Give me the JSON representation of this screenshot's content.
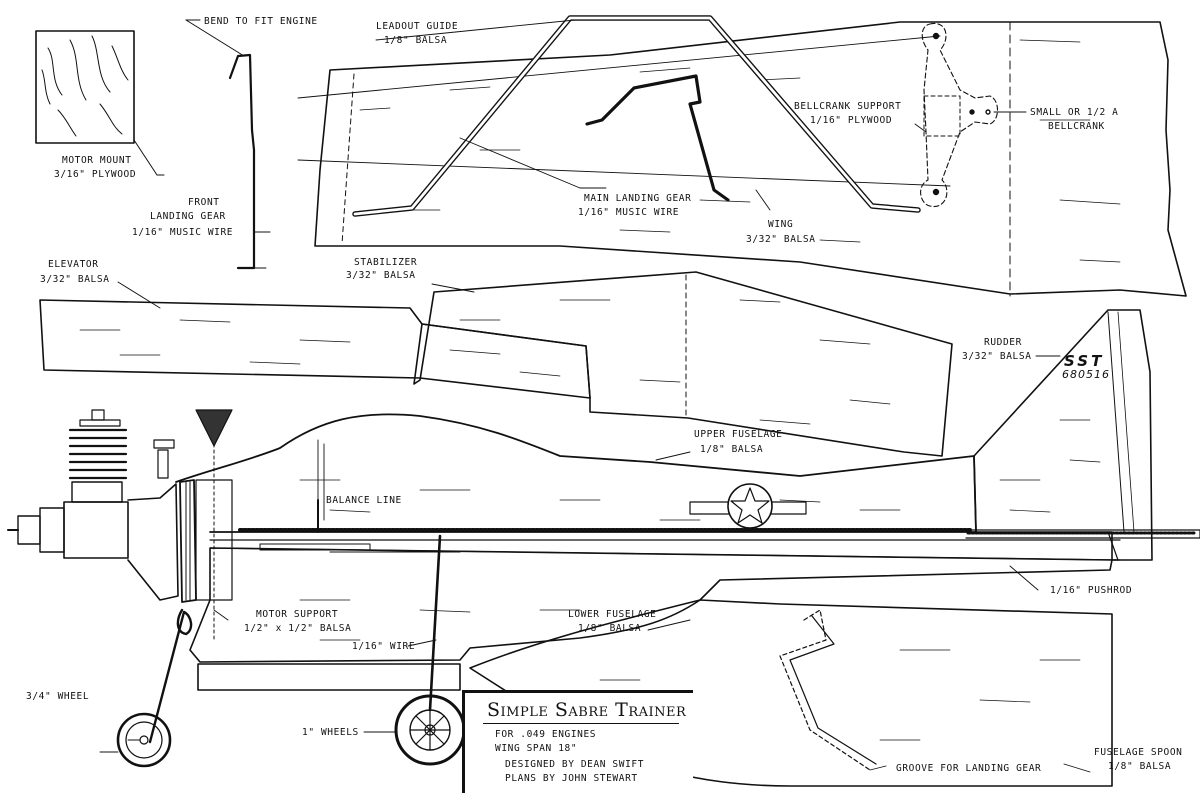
{
  "title": {
    "main": "Simple Sabre Trainer",
    "lines": [
      "FOR .049 ENGINES",
      "WING SPAN 18\"",
      "DESIGNED BY DEAN SWIFT",
      "PLANS BY JOHN STEWART"
    ]
  },
  "labels": {
    "bend_to_fit_engine": "BEND TO FIT ENGINE",
    "leadout_guide": "LEADOUT GUIDE",
    "leadout_guide_material": "1/8\" BALSA",
    "motor_mount": "MOTOR MOUNT",
    "motor_mount_material": "3/16\" PLYWOOD",
    "front_landing_gear_1": "FRONT",
    "front_landing_gear_2": "LANDING GEAR",
    "front_landing_gear_material": "1/16\" MUSIC WIRE",
    "main_landing_gear": "MAIN LANDING GEAR",
    "main_landing_gear_material": "1/16\" MUSIC WIRE",
    "bellcrank_support": "BELLCRANK SUPPORT",
    "bellcrank_support_material": "1/16\" PLYWOOD",
    "bellcrank_1": "SMALL OR 1/2 A",
    "bellcrank_2": "BELLCRANK",
    "wing": "WING",
    "wing_material": "3/32\" BALSA",
    "elevator": "ELEVATOR",
    "elevator_material": "3/32\" BALSA",
    "stabilizer": "STABILIZER",
    "stabilizer_material": "3/32\" BALSA",
    "rudder": "RUDDER",
    "rudder_material": "3/32\" BALSA",
    "upper_fuselage": "UPPER FUSELAGE",
    "upper_fuselage_material": "1/8\" BALSA",
    "balance_line": "BALANCE LINE",
    "pushrod": "1/16\" PUSHROD",
    "motor_support": "MOTOR SUPPORT",
    "motor_support_material": "1/2\" x 1/2\" BALSA",
    "lower_fuselage": "LOWER FUSELAGE",
    "lower_fuselage_material": "1/8\" BALSA",
    "wire": "1/16\" WIRE",
    "wheel_front": "3/4\" WHEEL",
    "wheels_main": "1\" WHEELS",
    "groove": "GROOVE FOR LANDING GEAR",
    "fuselage_spoon": "FUSELAGE SPOON",
    "fuselage_spoon_material": "1/8\" BALSA"
  },
  "rudder_marking": {
    "letters": "SST",
    "number": "680516"
  },
  "colors": {
    "ink": "#111111",
    "paper": "#ffffff"
  }
}
